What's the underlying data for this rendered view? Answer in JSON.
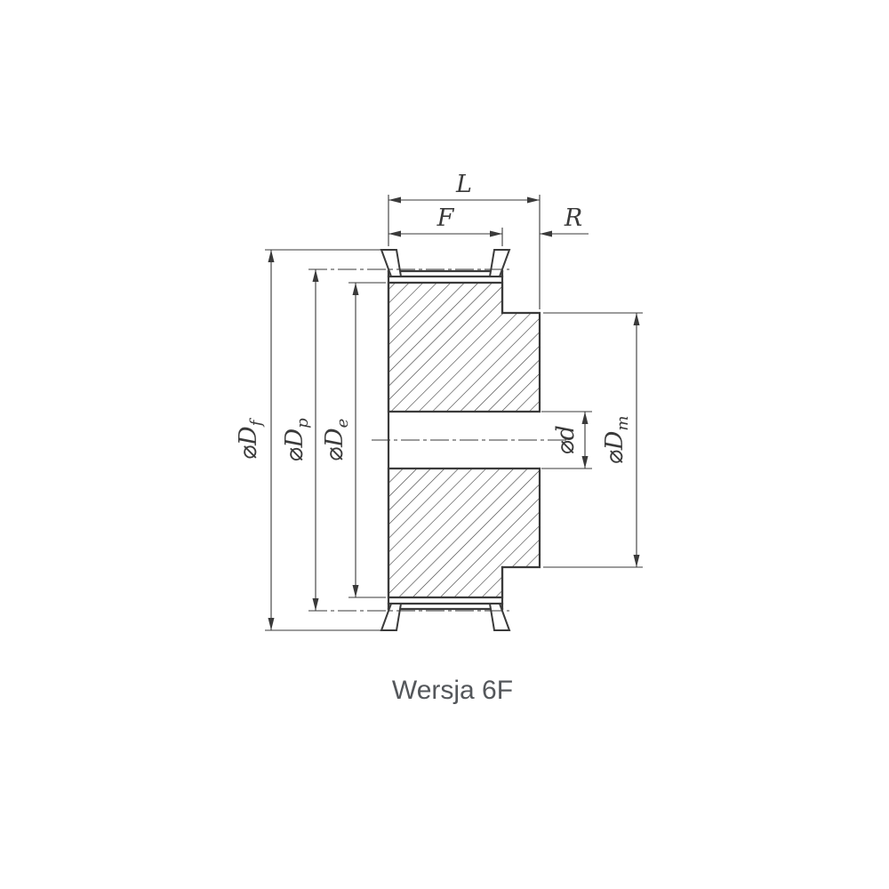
{
  "drawing": {
    "caption": "Wersja 6F",
    "dimension_labels": {
      "L": "L",
      "F": "F",
      "R": "R",
      "Df": {
        "symbol": "⌀D",
        "sub": "f"
      },
      "Dp": {
        "symbol": "⌀D",
        "sub": "p"
      },
      "De": {
        "symbol": "⌀D",
        "sub": "e"
      },
      "d": {
        "symbol": "⌀d",
        "sub": ""
      },
      "Dm": {
        "symbol": "⌀D",
        "sub": "m"
      }
    },
    "colors": {
      "line": "#3a3a3a",
      "caption": "#54575b",
      "background": "#ffffff"
    }
  }
}
